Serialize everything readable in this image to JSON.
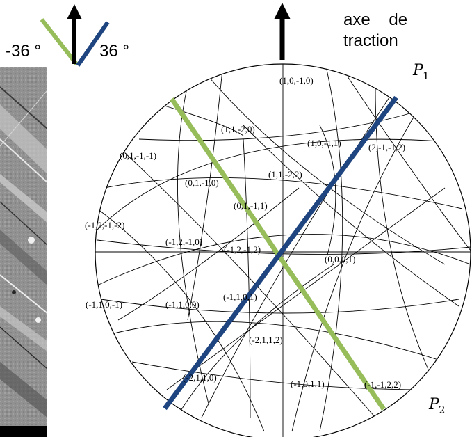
{
  "colors": {
    "green_line": "#96bd5a",
    "blue_line": "#1f4580",
    "arrow": "#000000",
    "circle": "#000000"
  },
  "left_arrow_labels": {
    "minus": "-36 °",
    "plus": "36 °"
  },
  "traction_label": {
    "line1": "axe    de",
    "line2": "traction"
  },
  "plane_labels": {
    "p1_letter": "P",
    "p1_sub": "1",
    "p2_letter": "P",
    "p2_sub": "2"
  },
  "poles": [
    "(1,0,-1,0)",
    "(1,1,-2,0)",
    "(1,0,-1,1)",
    "(2,-1,-1,2)",
    "(0,1,-1,-1)",
    "(1,1,-2,2)",
    "(0,1,-1,0)",
    "(0,1,-1,1)",
    "(-1,2,-1,-2)",
    "(-1,2,-1,0)",
    "(-1,2,-1,2)",
    "(0,0,0,1)",
    "(-1,1,0,-1)",
    "(-1,1,0,0)",
    "(-1,1,0,1)",
    "(-2,1,1,2)",
    "(-2,1,1,0)",
    "(-1,0,1,1)",
    "(-1,-1,2,2)"
  ],
  "micrograph": {
    "icon": "sem-micrograph-image"
  }
}
